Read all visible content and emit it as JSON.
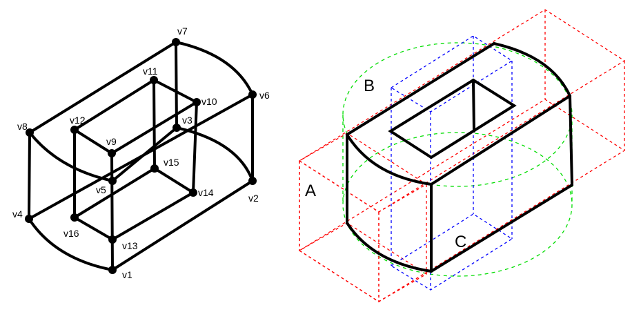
{
  "left_figure": {
    "vertex_labels": [
      "v1",
      "v2",
      "v3",
      "v4",
      "v5",
      "v6",
      "v7",
      "v8",
      "v9",
      "v10",
      "v11",
      "v12",
      "v13",
      "v14",
      "v15",
      "v16"
    ]
  },
  "right_figure": {
    "region_labels": {
      "a": "A",
      "b": "B",
      "c": "C"
    },
    "colors": {
      "outline": "#000000",
      "box_a": "#ff0000",
      "box_c": "#0000ff",
      "cylinder_b": "#00dd00"
    }
  }
}
